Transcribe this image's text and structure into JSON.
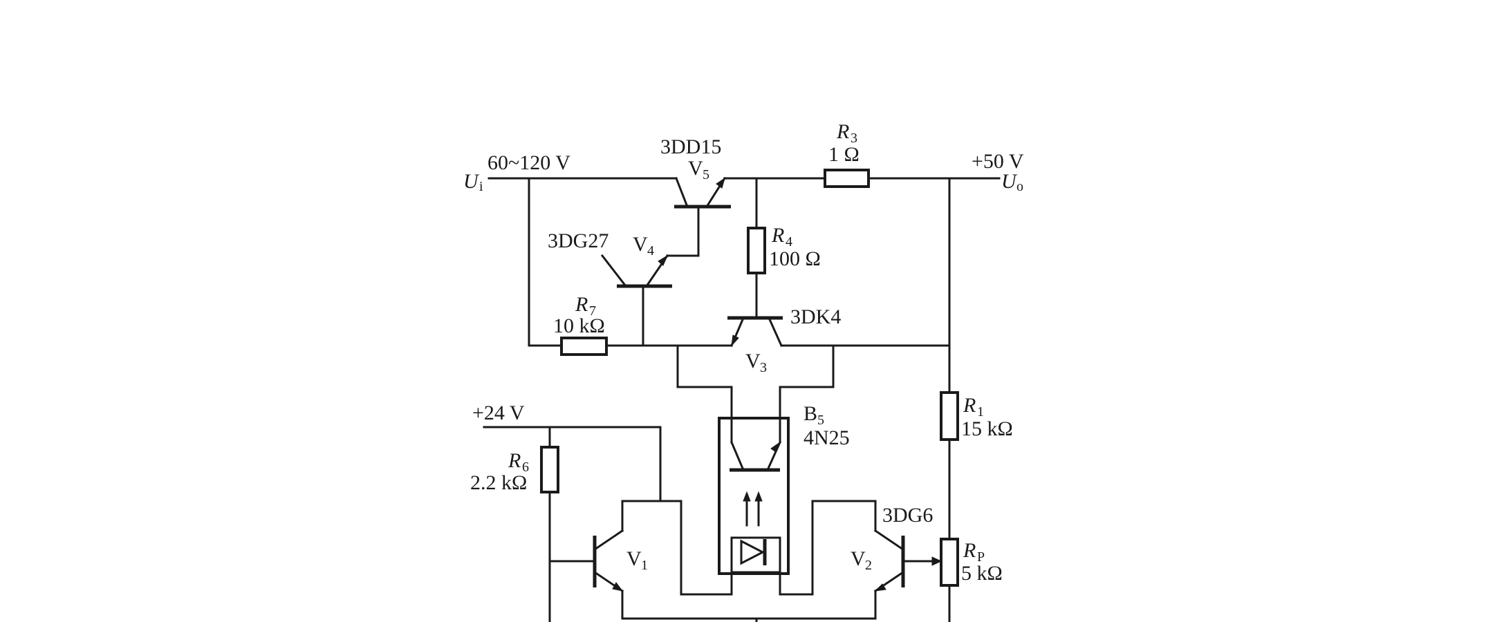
{
  "labels": {
    "input_voltage": "60~120 V",
    "input_symbol": "U",
    "input_symbol_sub": "i",
    "output_voltage": "+50 V",
    "output_symbol": "U",
    "output_symbol_sub": "o",
    "supply_24": "+24 V",
    "v5_part": "3DD15",
    "v5_name": "V",
    "v5_sub": "5",
    "v4_part": "3DG27",
    "v4_name": "V",
    "v4_sub": "4",
    "v3_part": "3DK4",
    "v3_name": "V",
    "v3_sub": "3",
    "v1_name": "V",
    "v1_sub": "1",
    "v2_part": "3DG6",
    "v2_name": "V",
    "v2_sub": "2",
    "b5_name": "B",
    "b5_sub": "5",
    "b5_part": "4N25",
    "r3_name": "R",
    "r3_sub": "3",
    "r3_value": "1 Ω",
    "r4_name": "R",
    "r4_sub": "4",
    "r4_value": "100 Ω",
    "r7_name": "R",
    "r7_sub": "7",
    "r7_value": "10 kΩ",
    "r6_name": "R",
    "r6_sub": "6",
    "r6_value": "2.2 kΩ",
    "r1_name": "R",
    "r1_sub": "1",
    "r1_value": "15 kΩ",
    "rp_name": "R",
    "rp_sub": "P",
    "rp_value": "5 kΩ"
  }
}
